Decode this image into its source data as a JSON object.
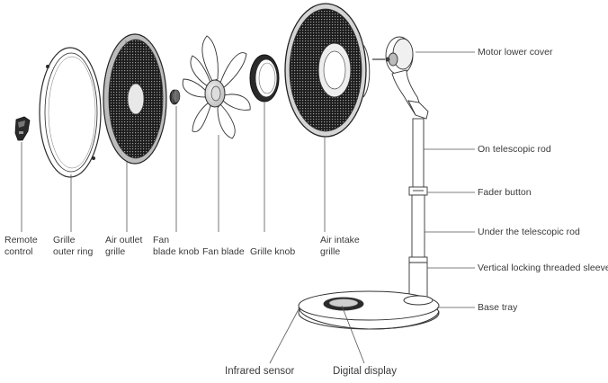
{
  "labels": {
    "remote_control": [
      "Remote",
      "control"
    ],
    "grille_outer_ring": [
      "Grille",
      "outer ring"
    ],
    "air_outlet_grille": [
      "Air outlet",
      "grille"
    ],
    "fan_blade_knob": [
      "Fan",
      "blade knob"
    ],
    "fan_blade": "Fan blade",
    "grille_knob": "Grille knob",
    "air_intake_grille": [
      "Air intake",
      "grille"
    ],
    "motor_lower_cover": "Motor lower cover",
    "on_telescopic_rod": "On telescopic rod",
    "fader_button": "Fader button",
    "under_telescopic_rod": "Under the telescopic rod",
    "vertical_locking_sleeve": "Vertical locking threaded sleeve",
    "base_tray": "Base tray",
    "infrared_sensor": "Infrared sensor",
    "digital_display": "Digital display"
  },
  "colors": {
    "line": "#2a2a2a",
    "leader": "#555555",
    "text": "#3a3a3a",
    "mesh": "#1a1a1a"
  }
}
